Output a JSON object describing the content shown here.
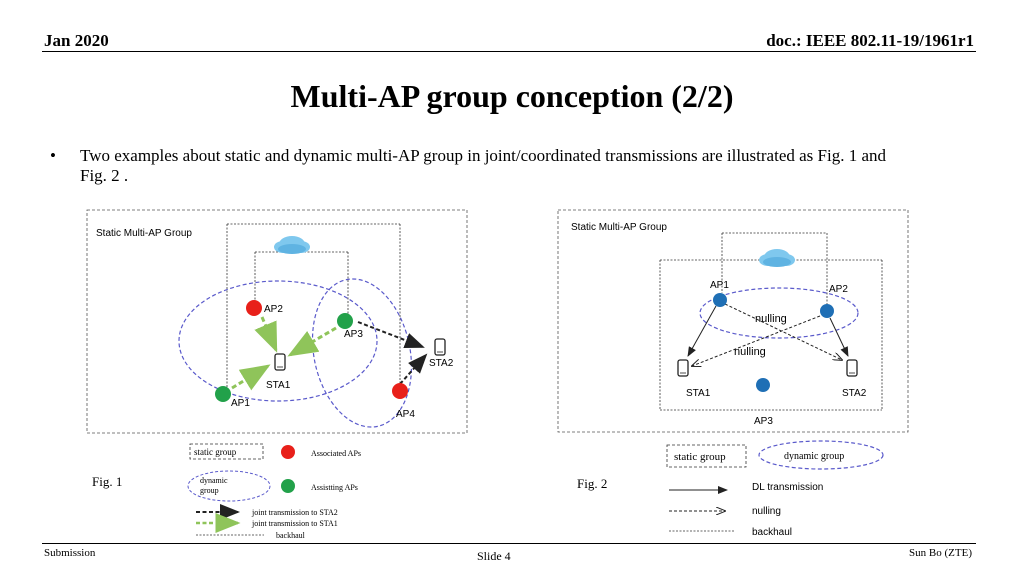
{
  "header": {
    "date": "Jan 2020",
    "doc": "doc.: IEEE 802.11-19/1961r1"
  },
  "title": "Multi-AP group conception (2/2)",
  "bullet": {
    "marker": "•",
    "text": "Two examples about static and dynamic multi-AP group in joint/coordinated transmissions are illustrated as Fig. 1 and Fig. 2 ."
  },
  "fig1": {
    "group_label": "Static Multi-AP Group",
    "caption": "Fig. 1",
    "nodes": {
      "ap1": "AP1",
      "ap2": "AP2",
      "ap3": "AP3",
      "ap4": "AP4",
      "sta1": "STA1",
      "sta2": "STA2"
    },
    "legend": {
      "static_group": "static group",
      "dynamic_group": "dynamic group",
      "associated_aps": "Associated APs",
      "assisting_aps": "Assistting APs",
      "joint_sta2": "joint transmission to STA2",
      "joint_sta1": "joint transmission to STA1",
      "backhaul": "backhaul"
    },
    "colors": {
      "associated": "#e8201a",
      "assisting": "#22a14a",
      "joint_sta1": "#8fc45a",
      "dynamic": "#5a5acb"
    }
  },
  "fig2": {
    "group_label": "Static Multi-AP Group",
    "caption": "Fig. 2",
    "nodes": {
      "ap1": "AP1",
      "ap2": "AP2",
      "ap3": "AP3",
      "sta1": "STA1",
      "sta2": "STA2"
    },
    "nulling1": "nulling",
    "nulling2": "nulling",
    "legend": {
      "static_group": "static group",
      "dynamic_group": "dynamic group",
      "dl": "DL transmission",
      "nulling": "nulling",
      "backhaul": "backhaul"
    },
    "colors": {
      "ap": "#1f6fb5"
    }
  },
  "footer": {
    "left": "Submission",
    "mid": "Slide 4",
    "right": "Sun Bo (ZTE)"
  }
}
